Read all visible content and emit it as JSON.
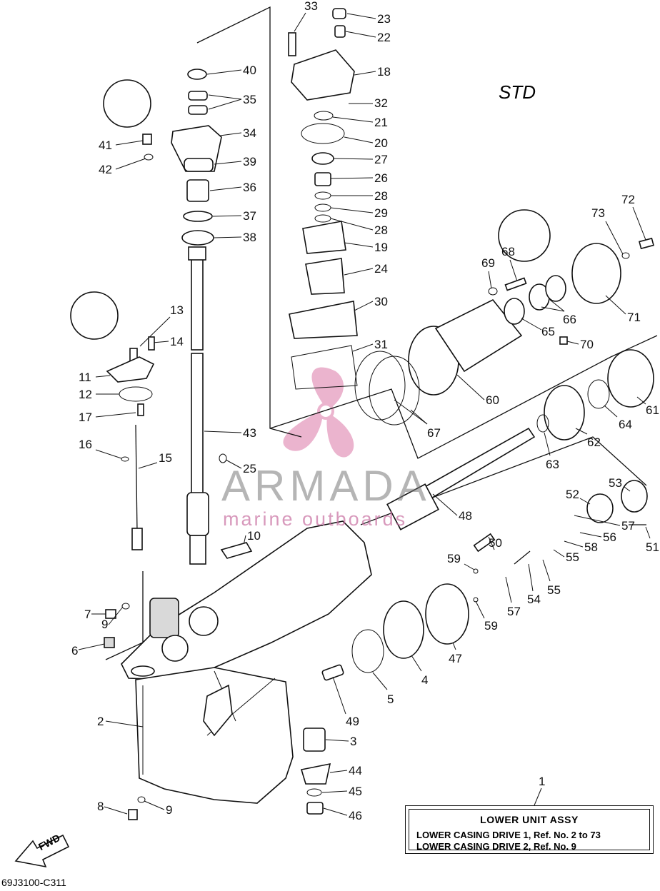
{
  "header": {
    "std_label": "STD"
  },
  "footer": {
    "doc_code": "69J3100-C311",
    "fwd_arrow": "FWD"
  },
  "watermark": {
    "brand": "ARMADA",
    "subtitle": "marine outboards",
    "colors": {
      "propeller": "#e8a7c6",
      "text": "#8a8a8a",
      "sub": "#cf6fa5"
    }
  },
  "info_box": {
    "number": "1",
    "title": "LOWER  UNIT ASSY",
    "line1": "LOWER CASING DRIVE 1, Ref. No. 2 to 73",
    "line2": "LOWER CASING DRIVE 2, Ref. No. 9"
  },
  "callouts": [
    "33",
    "23",
    "22",
    "18",
    "32",
    "21",
    "20",
    "27",
    "26",
    "28",
    "29",
    "28",
    "19",
    "24",
    "30",
    "31",
    "40",
    "35",
    "34",
    "41",
    "39",
    "42",
    "36",
    "37",
    "38",
    "13",
    "14",
    "11",
    "12",
    "17",
    "43",
    "16",
    "15",
    "25",
    "10",
    "7",
    "9",
    "6",
    "2",
    "8",
    "9",
    "3",
    "44",
    "45",
    "46",
    "49",
    "5",
    "4",
    "47",
    "48",
    "50",
    "59",
    "59",
    "57",
    "54",
    "55",
    "55",
    "58",
    "56",
    "57",
    "51",
    "52",
    "53",
    "60",
    "61",
    "62",
    "63",
    "64",
    "65",
    "66",
    "67",
    "68",
    "69",
    "70",
    "71",
    "72",
    "73"
  ]
}
